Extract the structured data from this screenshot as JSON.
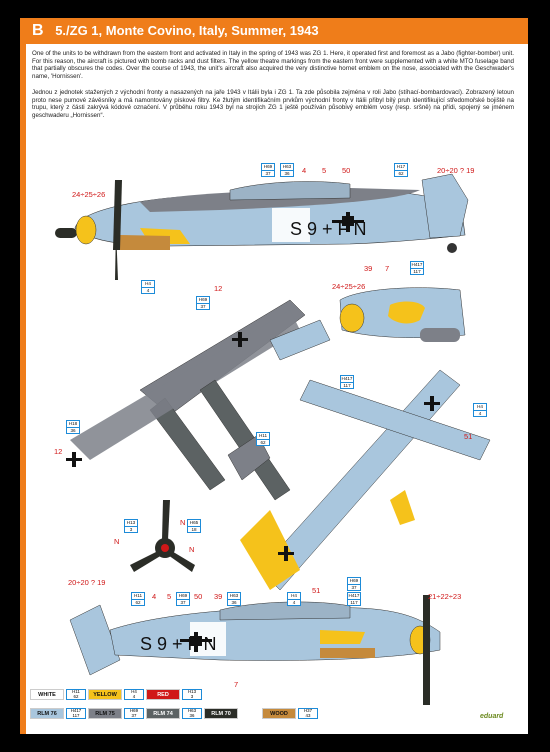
{
  "header": {
    "letter": "B",
    "title": "5./ZG 1, Monte Covino, Italy, Summer, 1943"
  },
  "text": {
    "english": "One of the units to be withdrawn from the eastern front and activated in Italy in the spring of 1943 was ZG 1. Here, it operated first and foremost as a Jabo (fighter-bomber) unit. For this reason, the aircraft is pictured with bomb racks and dust filters. The yellow theatre markings from the eastern front were supplemented with a white MTO fuselage band that partially obscures the codes. Over the course of 1943, the unit's aircraft also acquired the very distinctive hornet emblem on the nose, associated with the Geschwader's name, 'Hornissen'.",
    "czech": "Jednou z jednotek stažených z východní fronty a nasazených na jaře 1943 v Itálii byla i ZG 1. Ta zde působila zejména v roli Jabo (stíhací-bombardovací). Zobrazený letoun proto nese pumové závěsníky a má namontovány pískové filtry. Ke žlutým identifikačním prvkům východní fronty v Itálii přibyl bílý pruh identifikující středomořské bojiště na trupu, který z části zakrývá kódové označení. V průběhu roku 1943 byl na strojích ZG 1 ještě používán působivý emblém vosy (resp. sršně) na přídi, spojený se jménem geschwaderu „Hornissen“."
  },
  "callouts": {
    "c1": "24÷25÷26",
    "c2": "4",
    "c3": "5",
    "c4": "50",
    "c5": "20÷20 ? 19",
    "c6": "39",
    "c7": "7",
    "c8": "24÷25÷26",
    "c9": "12",
    "c10": "12",
    "c11": "51",
    "c12": "51",
    "c13": "N",
    "c14": "N",
    "c15": "20÷20 ? 19",
    "c16": "4",
    "c17": "5",
    "c18": "50",
    "c19": "39",
    "c20": "21÷22÷23",
    "c21": "7",
    "c22": "N"
  },
  "codes": {
    "r1": [
      "H69",
      "37"
    ],
    "r2": [
      "H63",
      "36"
    ],
    "r3": [
      "H17",
      "62"
    ],
    "r4": [
      "H4",
      "4"
    ],
    "r5": [
      "H417",
      "117"
    ],
    "r6": [
      "H69",
      "37"
    ],
    "r7": [
      "H417",
      "117"
    ],
    "r8": [
      "H4",
      "4"
    ],
    "r9": [
      "H18",
      "36"
    ],
    "r10": [
      "H11",
      "62"
    ],
    "r11": [
      "H13",
      "3"
    ],
    "r12": [
      "H65",
      "18"
    ],
    "r13": [
      "H11",
      "62"
    ],
    "r14": [
      "H69",
      "37"
    ],
    "r15": [
      "H63",
      "36"
    ],
    "r16": [
      "H4",
      "4"
    ],
    "r17": [
      "H69",
      "37"
    ],
    "r18": [
      "H417",
      "117"
    ]
  },
  "markings": {
    "fuselage_top": "S 9 + F N",
    "fuselage_bottom": "S 9 + F N"
  },
  "legend": [
    {
      "label": "WHITE",
      "bg": "#ffffff",
      "fg": "#111111",
      "code": [
        "H11",
        "62"
      ]
    },
    {
      "label": "YELLOW",
      "bg": "#f5c21b",
      "fg": "#111111",
      "code": [
        "H4",
        "4"
      ]
    },
    {
      "label": "RED",
      "bg": "#d01818",
      "fg": "#ffffff",
      "code": [
        "H13",
        "3"
      ]
    },
    {
      "label": "RLM 76",
      "bg": "#a9c6dd",
      "fg": "#111111",
      "code": [
        "H417",
        "117"
      ]
    },
    {
      "label": "RLM 75",
      "bg": "#7d8088",
      "fg": "#111111",
      "code": [
        "H69",
        "37"
      ]
    },
    {
      "label": "RLM 74",
      "bg": "#5c6263",
      "fg": "#ffffff",
      "code": [
        "H63",
        "36"
      ]
    },
    {
      "label": "RLM 70",
      "bg": "#2b2d27",
      "fg": "#ffffff",
      "code": []
    },
    {
      "label": "WOOD",
      "bg": "#c58a3c",
      "fg": "#111111",
      "code": [
        "H37",
        "43"
      ]
    }
  ],
  "brand": "eduard",
  "colors": {
    "accent": "#ef7d1a",
    "callout": "#d01818",
    "code_border": "#1d8bd8"
  }
}
